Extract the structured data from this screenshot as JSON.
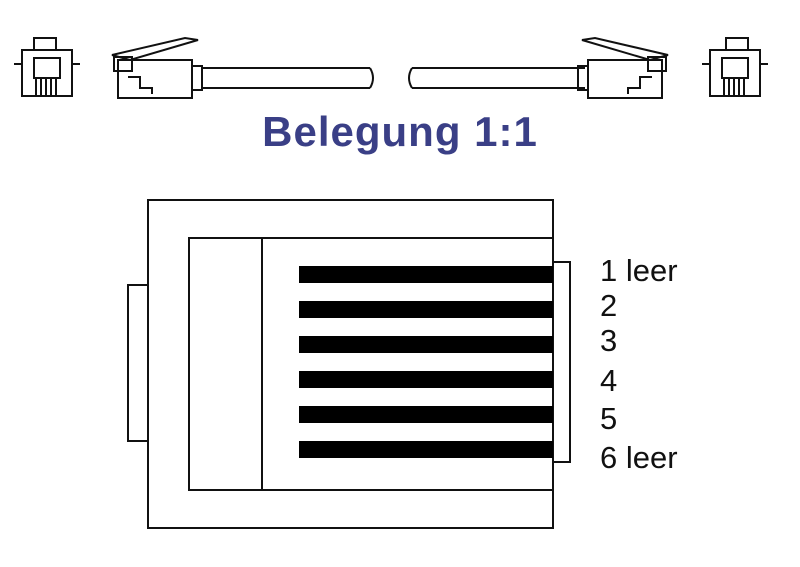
{
  "title": "Belegung 1:1",
  "colors": {
    "title": "#3a3f86",
    "line": "#111111",
    "contact": "#000000",
    "background": "#ffffff"
  },
  "pin_labels": [
    "1 leer",
    "2",
    "3",
    "4",
    "5",
    "6 leer"
  ]
}
